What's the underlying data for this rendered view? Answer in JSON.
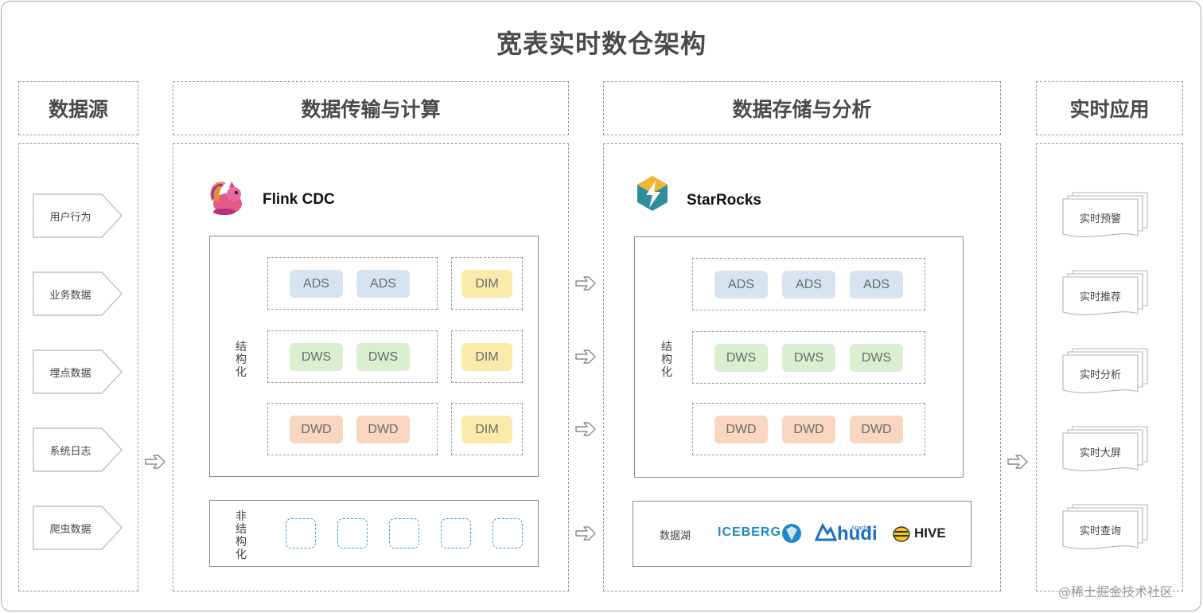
{
  "title": "宽表实时数仓架构",
  "columns": {
    "source": "数据源",
    "compute": "数据传输与计算",
    "storage": "数据存储与分析",
    "apps": "实时应用"
  },
  "sources": [
    "用户行为",
    "业务数据",
    "埋点数据",
    "系统日志",
    "爬虫数据"
  ],
  "flink": {
    "name": "Flink CDC",
    "structured_label": "结构化",
    "unstructured_label": "非结构化",
    "layers": [
      {
        "chips": [
          "ADS",
          "ADS"
        ],
        "dim": "DIM"
      },
      {
        "chips": [
          "DWS",
          "DWS"
        ],
        "dim": "DIM"
      },
      {
        "chips": [
          "DWD",
          "DWD"
        ],
        "dim": "DIM"
      }
    ]
  },
  "starrocks": {
    "name": "StarRocks",
    "structured_label": "结构化",
    "layers": [
      [
        "ADS",
        "ADS",
        "ADS"
      ],
      [
        "DWS",
        "DWS",
        "DWS"
      ],
      [
        "DWD",
        "DWD",
        "DWD"
      ]
    ],
    "lake_label": "数据湖",
    "lake_logos": {
      "iceberg": "ICEBERG",
      "hudi_apache": "Apache",
      "hudi": "hudi",
      "hive": "HIVE"
    }
  },
  "apps": [
    "实时预警",
    "实时推荐",
    "实时分析",
    "实时大屏",
    "实时查询"
  ],
  "watermark": "@稀土掘金技术社区",
  "colors": {
    "ads": "#d6e4f1",
    "dws": "#d9efcf",
    "dwd": "#f8d6bf",
    "dim": "#fbebaa",
    "unstructured": "#3f97d6",
    "iceberg": "#1e88c8",
    "hudi": "#1c6fc4"
  }
}
